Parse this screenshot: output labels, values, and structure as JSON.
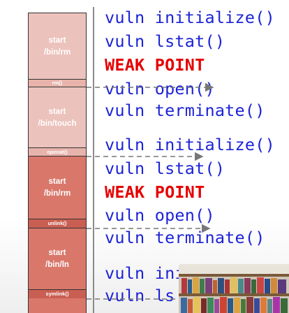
{
  "timeline": {
    "blocks": [
      {
        "label": "start\n/bin/rm",
        "tone": "light"
      },
      {
        "label": "start\n/bin/touch",
        "tone": "light"
      },
      {
        "label": "start\n/bin/rm",
        "tone": "dark"
      },
      {
        "label": "start\n/bin/ln",
        "tone": "dark"
      }
    ],
    "separators": [
      {
        "label": "rm()",
        "tone": "light"
      },
      {
        "label": "openat()",
        "tone": "light"
      },
      {
        "label": "unlink()",
        "tone": "dark"
      },
      {
        "label": "symlink()",
        "tone": "dark"
      }
    ]
  },
  "code_lines": [
    {
      "text": "vuln initialize()",
      "kind": "normal"
    },
    {
      "text": "vuln lstat()",
      "kind": "normal"
    },
    {
      "text": "WEAK POINT",
      "kind": "weak"
    },
    {
      "text": "vuln open()",
      "kind": "normal"
    },
    {
      "text": "vuln terminate()",
      "kind": "normal"
    },
    {
      "text": "vuln initialize()",
      "kind": "normal"
    },
    {
      "text": "vuln lstat()",
      "kind": "normal"
    },
    {
      "text": "WEAK POINT",
      "kind": "weak"
    },
    {
      "text": "vuln open()",
      "kind": "normal"
    },
    {
      "text": "vuln terminate()",
      "kind": "normal"
    },
    {
      "text": "vuln ini",
      "kind": "normal"
    },
    {
      "text": "vuln ls",
      "kind": "normal"
    }
  ],
  "colors": {
    "code_text": "#1c23d6",
    "weak_text": "#e60000",
    "block_light": "#ecc2bc",
    "block_dark": "#d9776b",
    "arrow": "#777777"
  },
  "overlay": {
    "icon": "video-thumbnail-bookshelf"
  }
}
